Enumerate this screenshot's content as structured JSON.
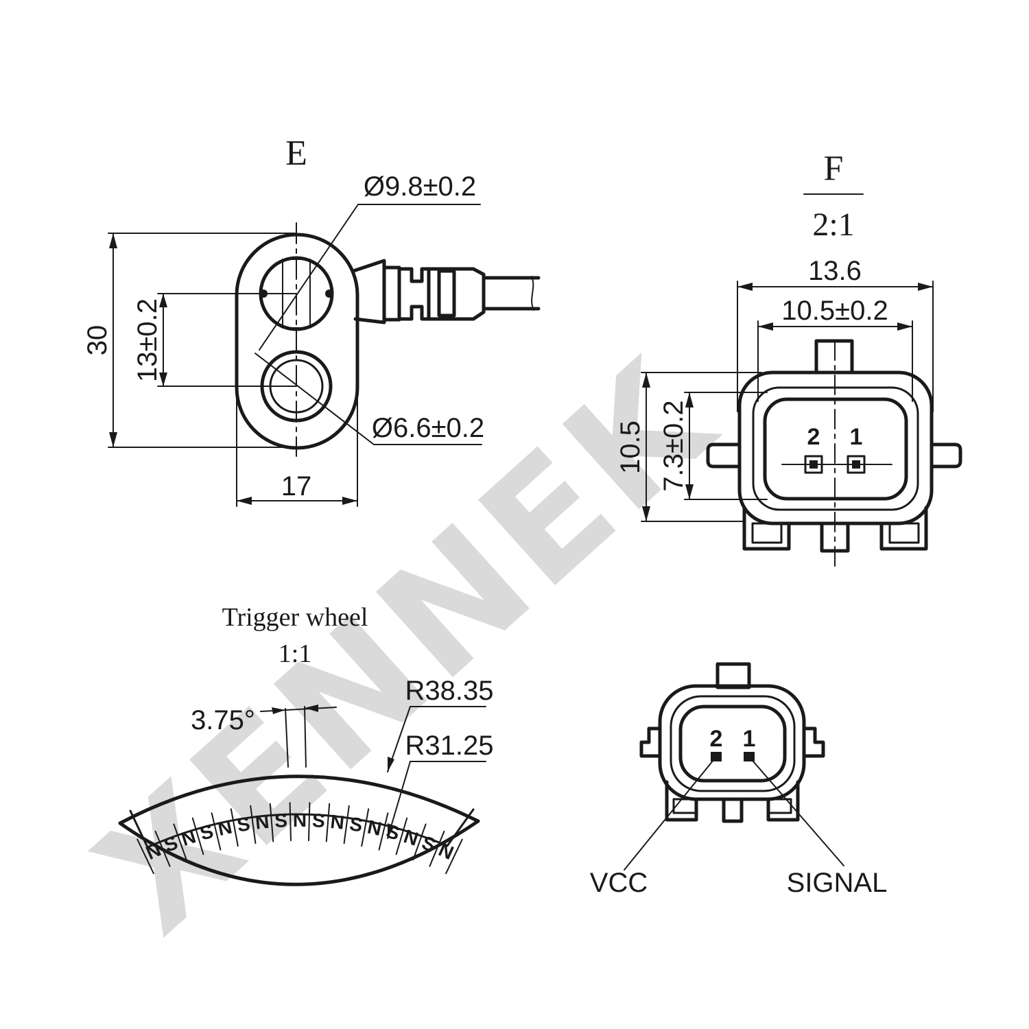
{
  "watermark": {
    "text": "XENNEK",
    "color": "#dadada"
  },
  "view_e": {
    "title": "E",
    "dim_large_bore": "Ø9.8±0.2",
    "dim_small_bore": "Ø6.6±0.2",
    "dim_height": "30",
    "dim_spacing": "13±0.2",
    "dim_width": "17"
  },
  "view_f": {
    "title": "F",
    "scale": "2:1",
    "dim_outer_width": "13.6",
    "dim_inner_width": "10.5±0.2",
    "dim_outer_height": "10.5",
    "dim_inner_height": "7.3±0.2",
    "pin_2": "2",
    "pin_1": "1"
  },
  "trigger_wheel": {
    "title": "Trigger wheel",
    "scale": "1:1",
    "angle": "3.75°",
    "outer_radius": "R38.35",
    "inner_radius": "R31.25",
    "poles": [
      "N",
      "S",
      "N",
      "S",
      "N",
      "S",
      "N",
      "S",
      "N",
      "S",
      "N",
      "S",
      "N",
      "S",
      "N",
      "S",
      "N"
    ]
  },
  "connector_face": {
    "pin_2": "2",
    "pin_1": "1",
    "label_vcc": "VCC",
    "label_signal": "SIGNAL"
  }
}
